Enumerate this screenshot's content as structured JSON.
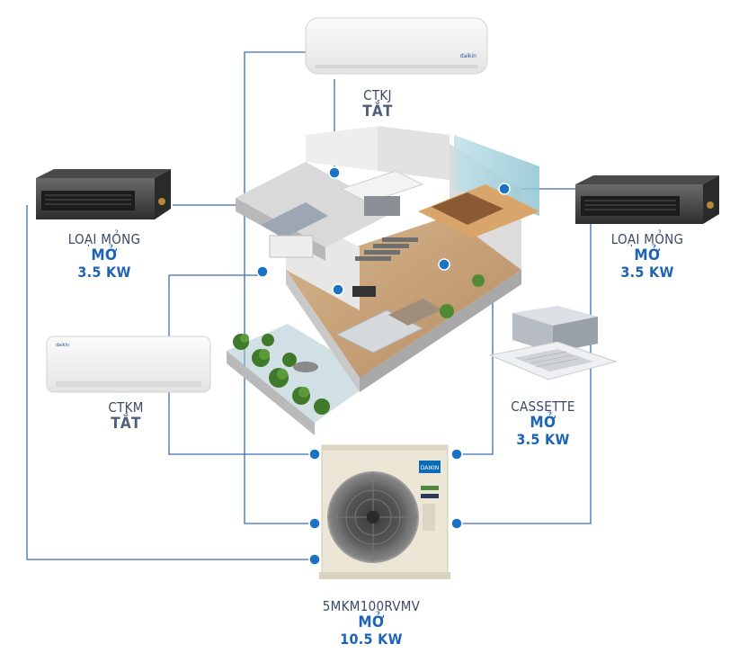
{
  "units": {
    "ctkj": {
      "model": "CTKJ",
      "status": "TẮT"
    },
    "duct_l": {
      "model": "LOẠI MỎNG",
      "status": "MỞ",
      "power": "3.5 KW"
    },
    "duct_r": {
      "model": "LOẠI MỎNG",
      "status": "MỞ",
      "power": "3.5 KW"
    },
    "ctkm": {
      "model": "CTKM",
      "status": "TẮT"
    },
    "cassette": {
      "model": "CASSETTE",
      "status": "MỞ",
      "power": "3.5 KW"
    },
    "outdoor": {
      "model": "5MKM100RVMV",
      "status": "MỞ",
      "power": "10.5 KW"
    }
  },
  "colors": {
    "line": "#3b6fb6",
    "dot": "#1a72c4",
    "status_on": "#1e63b5",
    "status_off": "#4f5f7a",
    "model_text": "#3a4a63",
    "brand": "#0a6cb6"
  }
}
